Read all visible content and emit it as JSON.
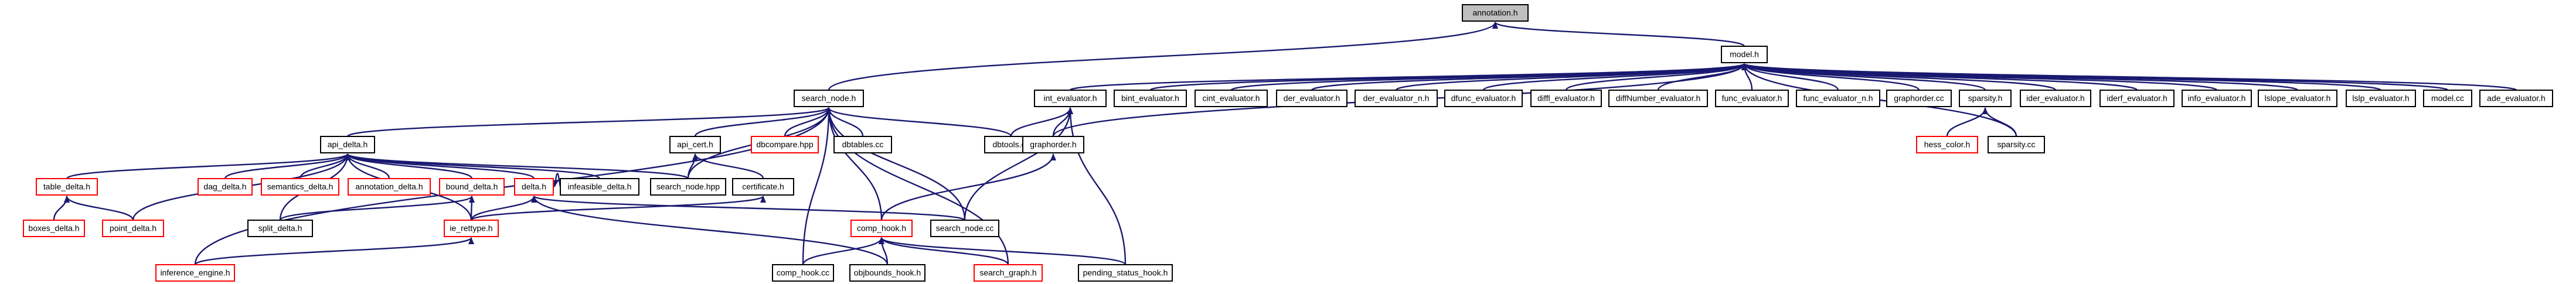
{
  "colors": {
    "edge": "#191970",
    "node_border_linked": "#000000",
    "node_border_unlinked": "#ff0000",
    "root_fill": "#bfbfbf",
    "node_fill": "#ffffff",
    "text": "#000000"
  },
  "nodes": [
    {
      "id": "annotation_h",
      "label": "annotation.h",
      "type": "root"
    },
    {
      "id": "model_h",
      "label": "model.h",
      "type": "linked"
    },
    {
      "id": "search_node_h",
      "label": "search_node.h",
      "type": "linked"
    },
    {
      "id": "int_evaluator_h",
      "label": "int_evaluator.h",
      "type": "linked"
    },
    {
      "id": "bint_evaluator_h",
      "label": "bint_evaluator.h",
      "type": "linked"
    },
    {
      "id": "cint_evaluator_h",
      "label": "cint_evaluator.h",
      "type": "linked"
    },
    {
      "id": "der_evaluator_h",
      "label": "der_evaluator.h",
      "type": "linked"
    },
    {
      "id": "der_evaluator_n_h",
      "label": "der_evaluator_n.h",
      "type": "linked"
    },
    {
      "id": "dfunc_evaluator_h",
      "label": "dfunc_evaluator.h",
      "type": "linked"
    },
    {
      "id": "diffl_evaluator_h",
      "label": "diffl_evaluator.h",
      "type": "linked"
    },
    {
      "id": "diffNumber_evaluator_h",
      "label": "diffNumber_evaluator.h",
      "type": "linked"
    },
    {
      "id": "func_evaluator_h",
      "label": "func_evaluator.h",
      "type": "linked"
    },
    {
      "id": "func_evaluator_n_h",
      "label": "func_evaluator_n.h",
      "type": "linked"
    },
    {
      "id": "graphorder_cc",
      "label": "graphorder.cc",
      "type": "linked"
    },
    {
      "id": "sparsity_h",
      "label": "sparsity.h",
      "type": "linked"
    },
    {
      "id": "ider_evaluator_h",
      "label": "ider_evaluator.h",
      "type": "linked"
    },
    {
      "id": "iderf_evaluator_h",
      "label": "iderf_evaluator.h",
      "type": "linked"
    },
    {
      "id": "info_evaluator_h",
      "label": "info_evaluator.h",
      "type": "linked"
    },
    {
      "id": "lslope_evaluator_h",
      "label": "lslope_evaluator.h",
      "type": "linked"
    },
    {
      "id": "lslp_evaluator_h",
      "label": "lslp_evaluator.h",
      "type": "linked"
    },
    {
      "id": "model_cc",
      "label": "model.cc",
      "type": "linked"
    },
    {
      "id": "ade_evaluator_h",
      "label": "ade_evaluator.h",
      "type": "linked"
    },
    {
      "id": "api_delta_h",
      "label": "api_delta.h",
      "type": "linked"
    },
    {
      "id": "api_cert_h",
      "label": "api_cert.h",
      "type": "linked"
    },
    {
      "id": "dbcompare_hpp",
      "label": "dbcompare.hpp",
      "type": "unlinked"
    },
    {
      "id": "dbtables_cc",
      "label": "dbtables.cc",
      "type": "linked"
    },
    {
      "id": "dbtools_cc",
      "label": "dbtools.cc",
      "type": "linked"
    },
    {
      "id": "graphorder_h",
      "label": "graphorder.h",
      "type": "linked"
    },
    {
      "id": "hess_color_h",
      "label": "hess_color.h",
      "type": "unlinked"
    },
    {
      "id": "sparsity_cc",
      "label": "sparsity.cc",
      "type": "linked"
    },
    {
      "id": "table_delta_h",
      "label": "table_delta.h",
      "type": "unlinked"
    },
    {
      "id": "dag_delta_h",
      "label": "dag_delta.h",
      "type": "unlinked"
    },
    {
      "id": "semantics_delta_h",
      "label": "semantics_delta.h",
      "type": "unlinked"
    },
    {
      "id": "annotation_delta_h",
      "label": "annotation_delta.h",
      "type": "unlinked"
    },
    {
      "id": "bound_delta_h",
      "label": "bound_delta.h",
      "type": "unlinked"
    },
    {
      "id": "delta_h",
      "label": "delta.h",
      "type": "unlinked"
    },
    {
      "id": "infeasible_delta_h",
      "label": "infeasible_delta.h",
      "type": "linked"
    },
    {
      "id": "search_node_hpp",
      "label": "search_node.hpp",
      "type": "linked"
    },
    {
      "id": "certificate_h",
      "label": "certificate.h",
      "type": "linked"
    },
    {
      "id": "boxes_delta_h",
      "label": "boxes_delta.h",
      "type": "unlinked"
    },
    {
      "id": "point_delta_h",
      "label": "point_delta.h",
      "type": "unlinked"
    },
    {
      "id": "split_delta_h",
      "label": "split_delta.h",
      "type": "linked"
    },
    {
      "id": "ie_rettype_h",
      "label": "ie_rettype.h",
      "type": "unlinked"
    },
    {
      "id": "comp_hook_h",
      "label": "comp_hook.h",
      "type": "unlinked"
    },
    {
      "id": "search_node_cc",
      "label": "search_node.cc",
      "type": "linked"
    },
    {
      "id": "inference_engine_h",
      "label": "inference_engine.h",
      "type": "unlinked"
    },
    {
      "id": "comp_hook_cc",
      "label": "comp_hook.cc",
      "type": "linked"
    },
    {
      "id": "objbounds_hook_h",
      "label": "objbounds_hook.h",
      "type": "linked"
    },
    {
      "id": "search_graph_h",
      "label": "search_graph.h",
      "type": "unlinked"
    },
    {
      "id": "pending_status_hook_h",
      "label": "pending_status_hook.h",
      "type": "linked"
    }
  ],
  "edges": [
    [
      "annotation_h",
      "model_h"
    ],
    [
      "annotation_h",
      "search_node_h"
    ],
    [
      "model_h",
      "int_evaluator_h"
    ],
    [
      "model_h",
      "bint_evaluator_h"
    ],
    [
      "model_h",
      "cint_evaluator_h"
    ],
    [
      "model_h",
      "der_evaluator_h"
    ],
    [
      "model_h",
      "der_evaluator_n_h"
    ],
    [
      "model_h",
      "dfunc_evaluator_h"
    ],
    [
      "model_h",
      "diffl_evaluator_h"
    ],
    [
      "model_h",
      "diffNumber_evaluator_h"
    ],
    [
      "model_h",
      "func_evaluator_h"
    ],
    [
      "model_h",
      "func_evaluator_n_h"
    ],
    [
      "model_h",
      "graphorder_cc"
    ],
    [
      "model_h",
      "sparsity_h"
    ],
    [
      "model_h",
      "ider_evaluator_h"
    ],
    [
      "model_h",
      "iderf_evaluator_h"
    ],
    [
      "model_h",
      "info_evaluator_h"
    ],
    [
      "model_h",
      "lslope_evaluator_h"
    ],
    [
      "model_h",
      "lslp_evaluator_h"
    ],
    [
      "model_h",
      "model_cc"
    ],
    [
      "model_h",
      "ade_evaluator_h"
    ],
    [
      "model_h",
      "graphorder_h"
    ],
    [
      "model_h",
      "sparsity_cc"
    ],
    [
      "search_node_h",
      "api_delta_h"
    ],
    [
      "search_node_h",
      "api_cert_h"
    ],
    [
      "search_node_h",
      "dbcompare_hpp"
    ],
    [
      "search_node_h",
      "dbtables_cc"
    ],
    [
      "search_node_h",
      "dbtools_cc"
    ],
    [
      "search_node_h",
      "search_node_hpp"
    ],
    [
      "search_node_h",
      "search_node_cc"
    ],
    [
      "search_node_h",
      "comp_hook_h"
    ],
    [
      "search_node_h",
      "comp_hook_cc"
    ],
    [
      "search_node_h",
      "search_graph_h"
    ],
    [
      "search_node_h",
      "inference_engine_h"
    ],
    [
      "int_evaluator_h",
      "dbtools_cc"
    ],
    [
      "int_evaluator_h",
      "graphorder_h"
    ],
    [
      "int_evaluator_h",
      "search_node_cc"
    ],
    [
      "int_evaluator_h",
      "pending_status_hook_h"
    ],
    [
      "graphorder_h",
      "comp_hook_h"
    ],
    [
      "sparsity_h",
      "hess_color_h"
    ],
    [
      "sparsity_h",
      "sparsity_cc"
    ],
    [
      "api_delta_h",
      "table_delta_h"
    ],
    [
      "api_delta_h",
      "dag_delta_h"
    ],
    [
      "api_delta_h",
      "semantics_delta_h"
    ],
    [
      "api_delta_h",
      "annotation_delta_h"
    ],
    [
      "api_delta_h",
      "bound_delta_h"
    ],
    [
      "api_delta_h",
      "delta_h"
    ],
    [
      "api_delta_h",
      "infeasible_delta_h"
    ],
    [
      "api_delta_h",
      "search_node_hpp"
    ],
    [
      "api_delta_h",
      "point_delta_h"
    ],
    [
      "api_delta_h",
      "split_delta_h"
    ],
    [
      "api_delta_h",
      "ie_rettype_h"
    ],
    [
      "api_cert_h",
      "search_node_hpp"
    ],
    [
      "api_cert_h",
      "certificate_h"
    ],
    [
      "table_delta_h",
      "boxes_delta_h"
    ],
    [
      "table_delta_h",
      "point_delta_h"
    ],
    [
      "bound_delta_h",
      "split_delta_h"
    ],
    [
      "bound_delta_h",
      "ie_rettype_h"
    ],
    [
      "delta_h",
      "ie_rettype_h"
    ],
    [
      "delta_h",
      "infeasible_delta_h"
    ],
    [
      "delta_h",
      "search_node_cc"
    ],
    [
      "delta_h",
      "objbounds_hook_h"
    ],
    [
      "certificate_h",
      "ie_rettype_h"
    ],
    [
      "ie_rettype_h",
      "inference_engine_h"
    ],
    [
      "comp_hook_h",
      "comp_hook_cc"
    ],
    [
      "comp_hook_h",
      "objbounds_hook_h"
    ],
    [
      "comp_hook_h",
      "search_graph_h"
    ],
    [
      "comp_hook_h",
      "pending_status_hook_h"
    ]
  ]
}
